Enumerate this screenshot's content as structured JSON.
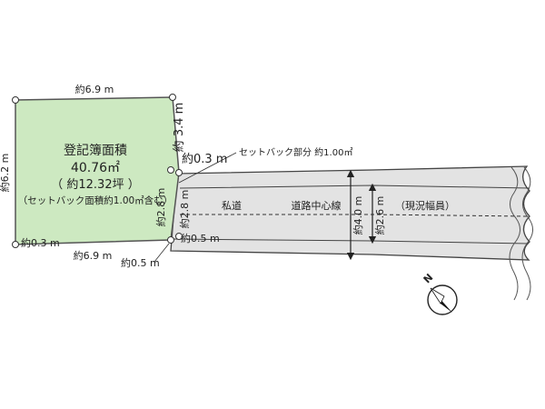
{
  "colors": {
    "lot_fill": "#cde9c1",
    "lot_stroke": "#555555",
    "road_fill": "#e3e3e3",
    "road_stroke": "#444444",
    "text": "#222222",
    "marker": "#ffffff"
  },
  "lot": {
    "title": "登記簿面積",
    "area": "40.76㎡",
    "tsubo": "（ 約12.32坪 ）",
    "setback_note": "（セットバック面積約1.00㎡含む）"
  },
  "dimensions": {
    "top": "約6.9 m",
    "bottom": "約6.9 m",
    "left": "約6.2 m",
    "right_upper": "約 3.4 m",
    "right_lower": "約2.8 m",
    "right_lower_inner": "約2.8 m",
    "bottom_left_offset": "約0.3 m",
    "upper_offset": "約0.3 m",
    "lower_offset_right": "約0.5 m",
    "lower_offset_left": "約0.5 m"
  },
  "road": {
    "setback_label": "セットバック部分 約1.00㎡",
    "private_road": "私道",
    "center_line": "道路中心線",
    "current_width": "（現況幅員）",
    "width_4": "約4.0 m",
    "width_26": "約2.6 m"
  },
  "compass": {
    "north": "N",
    "icon": "north-arrow-icon"
  }
}
